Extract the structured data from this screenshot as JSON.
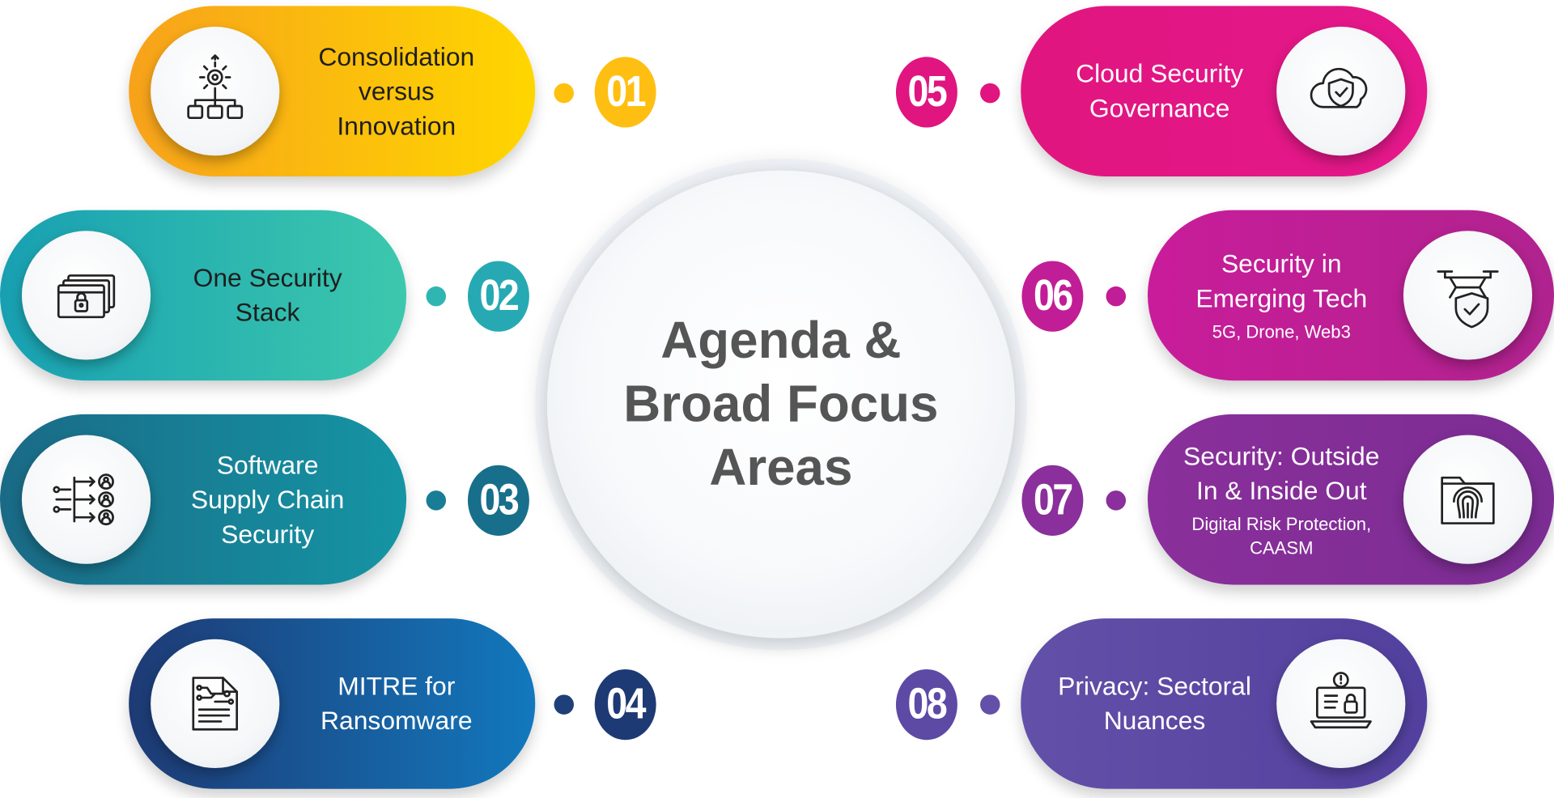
{
  "title": "Agenda &\nBroad Focus\nAreas",
  "items": [
    {
      "number": "01",
      "title": "Consolidation\nversus\nInnovation",
      "subtitle": "",
      "icon": "workflow-gear-icon",
      "color_start": "#f7a21b",
      "color_end": "#ffd600",
      "text_color": "#1e1e1e"
    },
    {
      "number": "02",
      "title": "One Security\nStack",
      "subtitle": "",
      "icon": "security-stack-lock-icon",
      "color_start": "#18a0b2",
      "color_end": "#3cc8ad",
      "text_color": "#1e1e1e"
    },
    {
      "number": "03",
      "title": "Software\nSupply Chain\nSecurity",
      "subtitle": "",
      "icon": "supply-chain-icon",
      "color_start": "#1a6a86",
      "color_end": "#1595a4",
      "text_color": "#ffffff"
    },
    {
      "number": "04",
      "title": "MITRE for\nRansomware",
      "subtitle": "",
      "icon": "document-circuit-icon",
      "color_start": "#1e3a74",
      "color_end": "#1278bd",
      "text_color": "#ffffff"
    },
    {
      "number": "05",
      "title": "Cloud Security\nGovernance",
      "subtitle": "",
      "icon": "cloud-shield-icon",
      "color_start": "#e1157f",
      "color_end": "#e4188b",
      "text_color": "#ffffff"
    },
    {
      "number": "06",
      "title": "Security in\nEmerging Tech",
      "subtitle": "5G, Drone, Web3",
      "icon": "drone-shield-icon",
      "color_start": "#c91c9a",
      "color_end": "#b0238f",
      "text_color": "#ffffff"
    },
    {
      "number": "07",
      "title": "Security: Outside\nIn & Inside Out",
      "subtitle": "Digital Risk Protection,\nCAASM",
      "icon": "fingerprint-folder-icon",
      "color_start": "#8a2f9b",
      "color_end": "#7b2d93",
      "text_color": "#ffffff"
    },
    {
      "number": "08",
      "title": "Privacy: Sectoral\nNuances",
      "subtitle": "",
      "icon": "laptop-privacy-icon",
      "color_start": "#6350a8",
      "color_end": "#52409e",
      "text_color": "#ffffff"
    }
  ]
}
